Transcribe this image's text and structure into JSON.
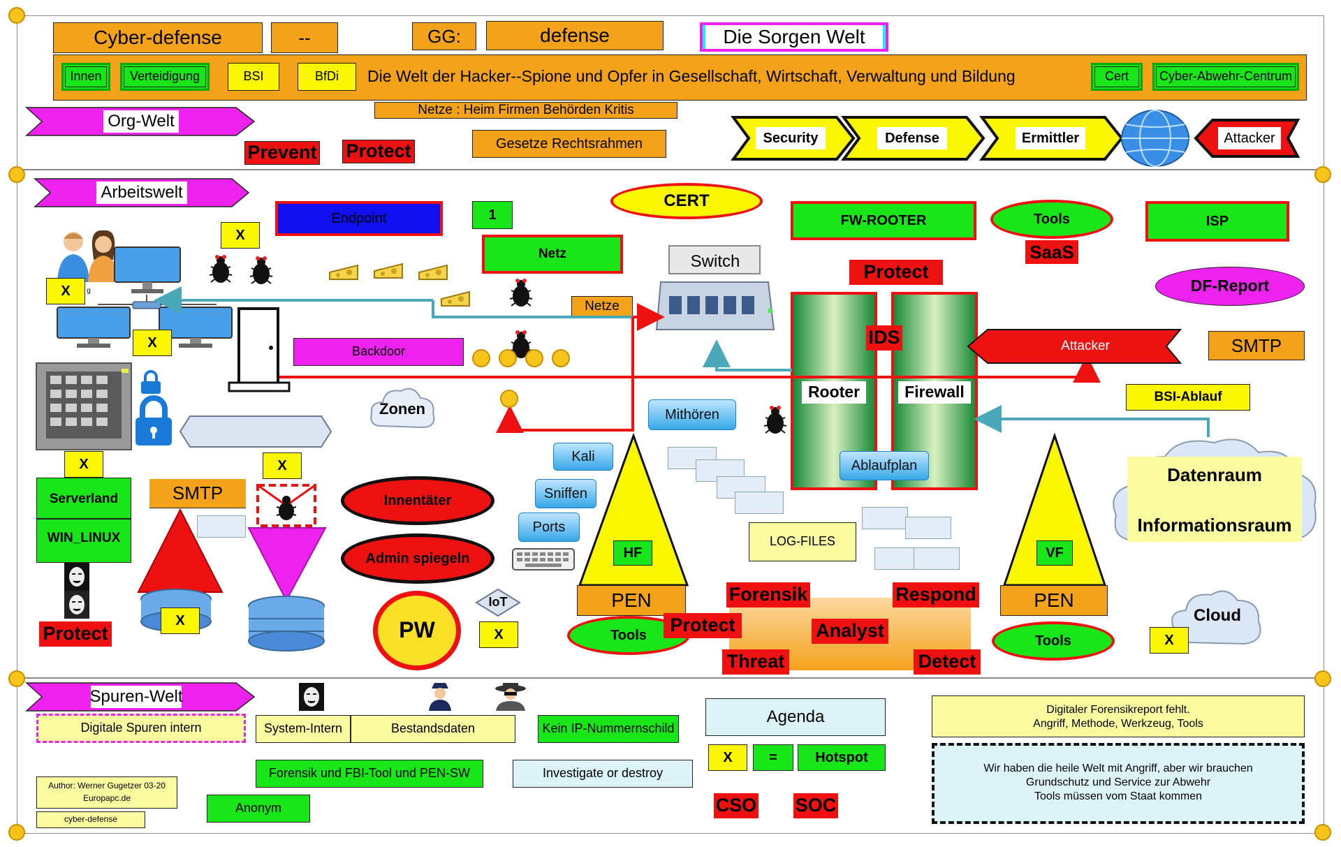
{
  "top": {
    "cyber_defense": "Cyber-defense",
    "dashdash": "--",
    "gg": "GG:",
    "defense": "defense",
    "sorgen_welt": "Die Sorgen Welt",
    "innen": "Innen",
    "verteidigung": "Verteidigung",
    "bsi": "BSI",
    "bfdi": "BfDi",
    "hacker_title": "Die Welt der Hacker--Spione und Opfer  in Gesellschaft, Wirtschaft, Verwaltung und Bildung",
    "cert": "Cert",
    "cyber_abwehr": "Cyber-Abwehr-Centrum",
    "netze_heim": "Netze : Heim Firmen Behörden Kritis",
    "org_welt": "Org-Welt",
    "prevent": "Prevent",
    "protect": "Protect",
    "gesetze": "Gesetze Rechtsrahmen",
    "chain": [
      "Security",
      "Defense",
      "Ermittler"
    ],
    "attacker": "Attacker"
  },
  "work": {
    "arbeitswelt": "Arbeitswelt",
    "endpoint": "Endpoint",
    "one": "1",
    "cert": "CERT",
    "fw_rooter": "FW-ROOTER",
    "tools": "Tools",
    "saas": "SaaS",
    "isp": "ISP",
    "netz": "Netz",
    "switch": "Switch",
    "protect": "Protect",
    "df_report": "DF-Report",
    "netze": "Netze",
    "ids": "IDS",
    "backdoor": "Backdoor",
    "attacker": "Attacker",
    "smtp_right": "SMTP",
    "zonen": "Zonen",
    "rooter": "Rooter",
    "firewall": "Firewall",
    "bsi_ablauf": "BSI-Ablauf",
    "mithoeren": "Mithören",
    "kali": "Kali",
    "sniffen": "Sniffen",
    "ports": "Ports",
    "ablaufplan": "Ablaufplan",
    "datenraum": "Datenraum",
    "informationsraum": "Informationsraum",
    "serverland": "Serverland",
    "win_linux": "WIN_LINUX",
    "smtp_left": "SMTP",
    "innentaeter": "Innentäter",
    "admin_spiegeln": "Admin spiegeln",
    "log_files": "LOG-FILES",
    "hf": "HF",
    "vf": "VF",
    "pen": "PEN",
    "iot": "IoT",
    "pw": "PW",
    "forensik": "Forensik",
    "respond": "Respond",
    "analyst": "Analyst",
    "threat": "Threat",
    "detect": "Detect",
    "cloud": "Cloud",
    "protect_left": "Protect",
    "x": "X",
    "small_g": "g"
  },
  "spuren": {
    "spuren_welt": "Spuren-Welt",
    "digitale_spuren": "Digitale Spuren intern",
    "system_intern": "System-Intern",
    "bestandsdaten": "Bestandsdaten",
    "kein_ip": "Kein IP-Nummernschild",
    "agenda": "Agenda",
    "forensik_fbi": "Forensik und FBI-Tool und PEN-SW",
    "investigate": "Investigate or destroy",
    "x": "X",
    "eq": "=",
    "hotspot": "Hotspot",
    "cso": "CSO",
    "soc": "SOC",
    "anonym": "Anonym",
    "author_line1": "Author: Werner Gugetzer  03-20",
    "author_line2": "Europapc.de",
    "cyber_defense_small": "cyber-defense",
    "report_line1": "Digitaler Forensikreport fehlt.",
    "report_line2": "Angriff, Methode, Werkzeug, Tools",
    "heile_line1": "Wir haben die heile Welt mit Angriff, aber wir brauchen",
    "heile_line2": "Grundschutz und Service zur Abwehr",
    "heile_line3": "Tools müssen vom Staat kommen"
  },
  "colors": {
    "orange": "#f5a21b",
    "yellow": "#fbf700",
    "green": "#19e619",
    "red": "#ee1111",
    "magenta": "#ee22ee",
    "blue": "#1010ee"
  }
}
